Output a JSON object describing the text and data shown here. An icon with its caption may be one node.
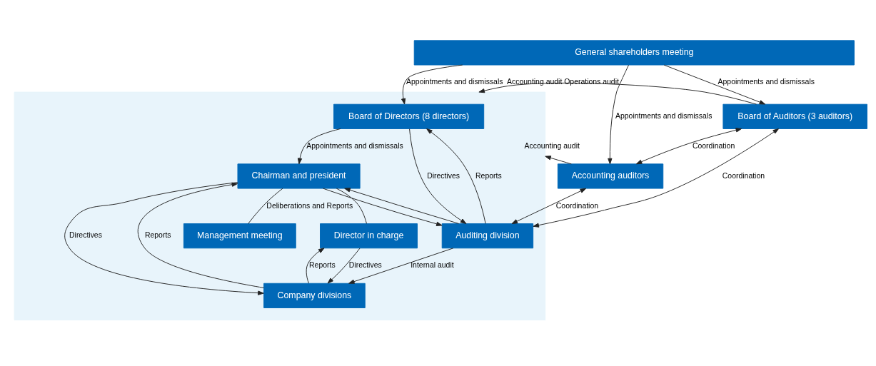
{
  "diagram": {
    "nodes": [
      {
        "text": [
          "General shareholders meeting"
        ]
      },
      {
        "text": [],
        "shape": "box"
      },
      {
        "text": [
          "Board of Directors (8 directors)"
        ],
        "in": 1
      },
      {
        "text": [
          "Chairman and president"
        ],
        "in": 1
      },
      {
        "text": [
          "Management meeting"
        ],
        "in": 1
      },
      {
        "text": [
          "Director in charge"
        ],
        "in": 1
      },
      {
        "text": [
          "Company divisions"
        ],
        "in": 1
      },
      {
        "text": [
          "Auditing division"
        ],
        "in": 1
      },
      {
        "text": [
          "Board of Auditors (3 auditors)"
        ]
      },
      {
        "text": [
          "Accounting auditors"
        ]
      }
    ],
    "edges": [
      {
        "from": 0,
        "to": 2,
        "arrow": "to",
        "label": "Appointments and dismissals"
      },
      {
        "from": 0,
        "to": 8,
        "arrow": "to",
        "label": "Appointments and dismissals"
      },
      {
        "from": 0,
        "to": 9,
        "arrow": "to",
        "label": "Appointments and dismissals"
      },
      {
        "from": 2,
        "to": 3,
        "arrow": "to",
        "label": "Appointments and dismissals"
      },
      {
        "from": 8,
        "to": 1,
        "arrow": "to",
        "label": "Accounting audit Operations audit"
      },
      {
        "from": 8,
        "to": 9,
        "arrow": "both",
        "label": "Coordination"
      },
      {
        "from": 9,
        "to": 1,
        "arrow": "to",
        "label": "Accounting audit"
      },
      {
        "from": 3,
        "to": 4,
        "arrow": "none",
        "label": "Deliberations and Reports"
      },
      {
        "from": 3,
        "to": 5,
        "arrow": "none"
      },
      {
        "from": 3,
        "to": 6,
        "arrow": "to",
        "label": "Directives"
      },
      {
        "from": 6,
        "to": 3,
        "arrow": "to",
        "label": "Reports"
      },
      {
        "from": 5,
        "to": 6,
        "arrow": "to",
        "label": "Directives"
      },
      {
        "from": 6,
        "to": 5,
        "arrow": "to",
        "label": "Reports"
      },
      {
        "from": 2,
        "to": 7,
        "arrow": "to",
        "label": "Directives"
      },
      {
        "from": 3,
        "to": 7,
        "arrow": "to"
      },
      {
        "from": 7,
        "to": 2,
        "arrow": "to",
        "label": "Reports"
      },
      {
        "from": 7,
        "to": 3,
        "arrow": "to"
      },
      {
        "from": 7,
        "to": 6,
        "arrow": "to",
        "label": "Internal audit"
      },
      {
        "from": 9,
        "to": 7,
        "arrow": "both",
        "label": "Coordination"
      },
      {
        "from": 8,
        "to": 7,
        "arrow": "both",
        "label": "Coordination"
      }
    ]
  }
}
